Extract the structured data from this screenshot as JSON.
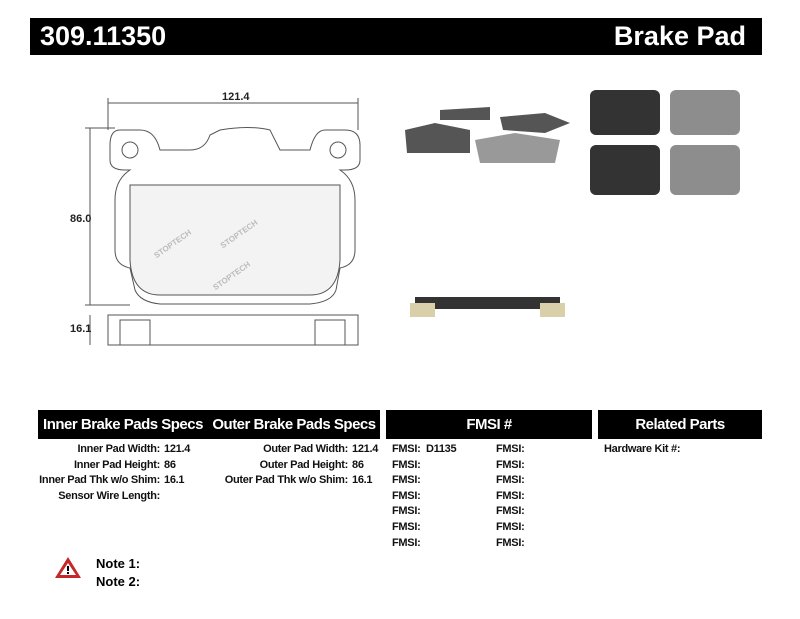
{
  "header": {
    "part_number": "309.11350",
    "product": "Brake Pad"
  },
  "drawing": {
    "width_dim": "121.4",
    "height_dim": "86.0",
    "thickness_dim": "16.1",
    "watermark": "STOPTECH"
  },
  "specs": {
    "inner_title": "Inner Brake Pads Specs",
    "outer_title": "Outer Brake Pads Specs",
    "inner": [
      {
        "label": "Inner Pad Width:",
        "value": "121.4"
      },
      {
        "label": "Inner Pad Height:",
        "value": "86"
      },
      {
        "label": "Inner Pad Thk w/o Shim:",
        "value": "16.1"
      },
      {
        "label": "Sensor Wire Length:",
        "value": ""
      }
    ],
    "outer": [
      {
        "label": "Outer Pad Width:",
        "value": "121.4"
      },
      {
        "label": "Outer Pad Height:",
        "value": "86"
      },
      {
        "label": "Outer Pad Thk w/o Shim:",
        "value": "16.1"
      }
    ]
  },
  "fmsi": {
    "title": "FMSI #",
    "label": "FMSI:",
    "col1": [
      "D1135",
      "",
      "",
      "",
      "",
      "",
      ""
    ],
    "col2": [
      "",
      "",
      "",
      "",
      "",
      "",
      ""
    ]
  },
  "related": {
    "title": "Related Parts",
    "hardware_kit_label": "Hardware Kit #:",
    "hardware_kit_value": ""
  },
  "notes": {
    "note1": "Note 1:",
    "note2": "Note 2:"
  }
}
